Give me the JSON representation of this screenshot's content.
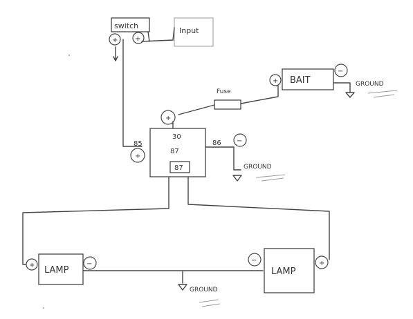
{
  "diagram": {
    "switch_label": "switch",
    "input_label": "Input",
    "fuse_label": "Fuse",
    "battery_label": "BAIT",
    "lamp_left_label": "LAMP",
    "lamp_right_label": "LAMP",
    "ground_battery": "GROUND",
    "ground_relay": "GROUND",
    "ground_lamps": "GROUND",
    "relay": {
      "pin_30": "30",
      "pin_85": "85",
      "pin_86": "86",
      "pin_87a": "87",
      "pin_87": "87"
    },
    "signs": {
      "plus": "+",
      "minus": "−"
    }
  }
}
